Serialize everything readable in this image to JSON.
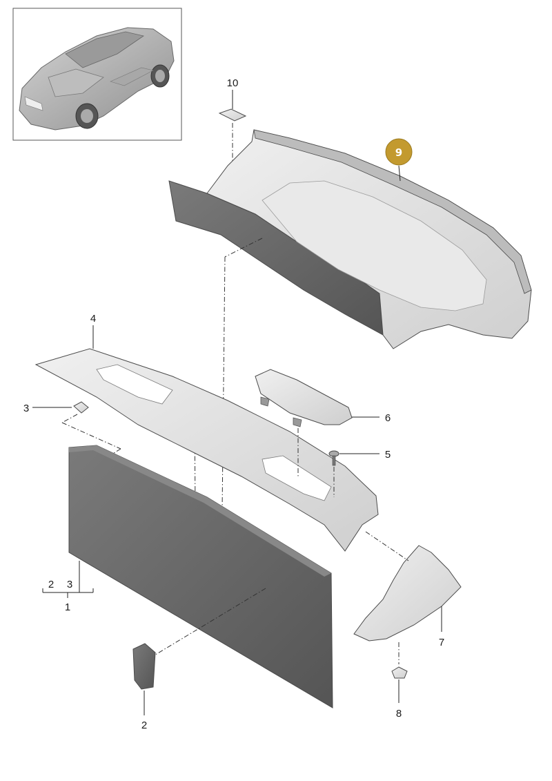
{
  "callouts": {
    "c10": "10",
    "c9": "9",
    "c4": "4",
    "c3": "3",
    "c6": "6",
    "c5": "5",
    "c1_sub2": "2",
    "c1_sub3": "3",
    "c1": "1",
    "c7": "7",
    "c2": "2",
    "c8": "8"
  },
  "colors": {
    "highlight_badge": "#c39a2f",
    "part_light": "#e2e2e2",
    "part_dark": "#6a6a6a",
    "outline": "#4a4a4a"
  },
  "icons": [
    "car-thumbnail-icon"
  ]
}
